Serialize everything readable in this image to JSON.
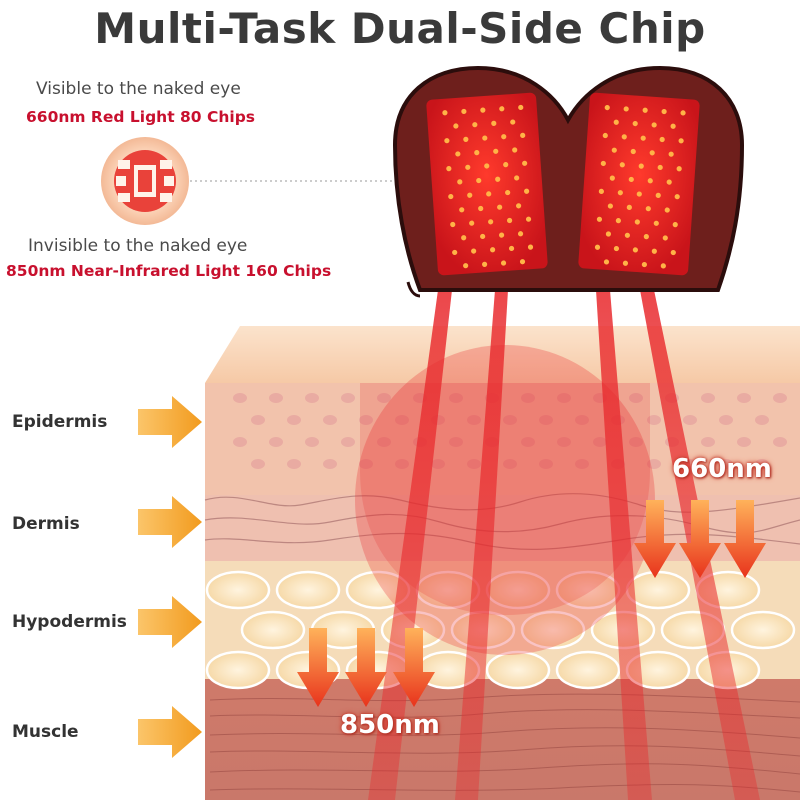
{
  "title": "Multi-Task Dual-Side Chip",
  "red_light": {
    "caption": "Visible to the naked eye",
    "spec": "660nm Red Light 80 Chips"
  },
  "nir_light": {
    "caption": "Invisible to the naked eye",
    "spec": "850nm Near-Infrared Light 160 Chips"
  },
  "layers": {
    "epidermis": "Epidermis",
    "dermis": "Dermis",
    "hypodermis": "Hypodermis",
    "muscle": "Muscle"
  },
  "wavelengths": {
    "red": "660nm",
    "nir": "850nm"
  },
  "colors": {
    "title": "#3a3a3a",
    "spec_red": "#c8102e",
    "arrow_orange": "#f4a024",
    "device": "#6e1f1c",
    "led": "#ffb347",
    "beam": "#e8262a"
  },
  "icons": {
    "chip_badge": "chip-icon",
    "layer_pointer": "arrow-right-icon",
    "penetration": "arrow-down-icon"
  }
}
